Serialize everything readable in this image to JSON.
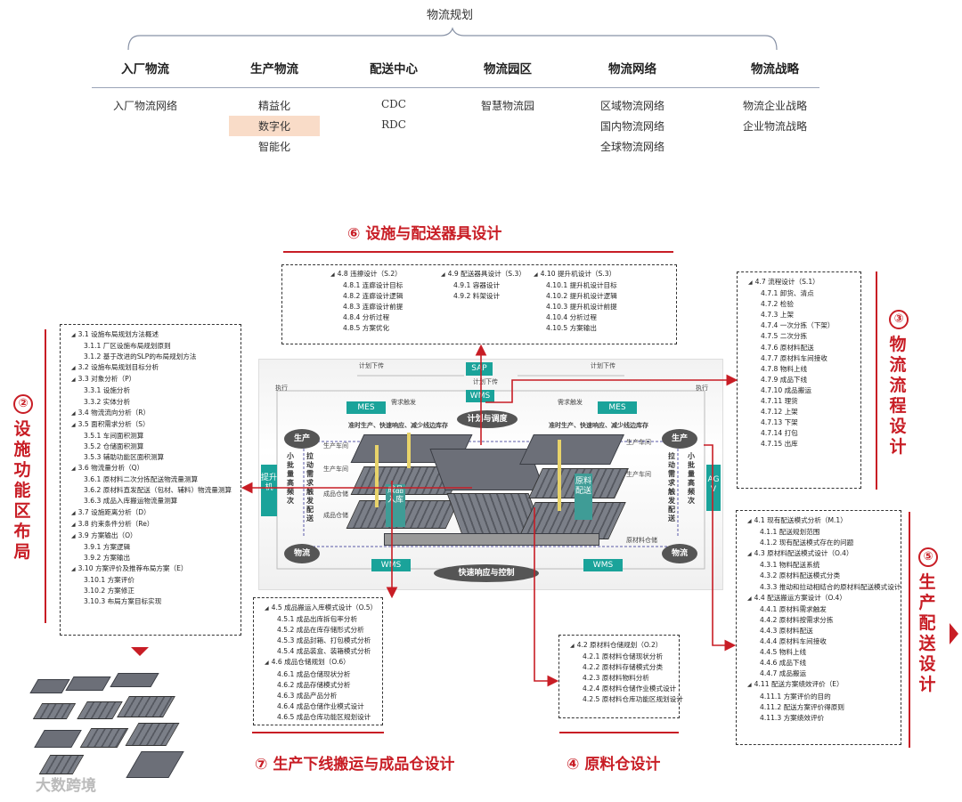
{
  "top": {
    "title": "物流规划",
    "columns": [
      {
        "head": "入厂物流",
        "items": [
          "入厂物流网络"
        ]
      },
      {
        "head": "生产物流",
        "items": [
          "精益化",
          "数字化",
          "智能化"
        ]
      },
      {
        "head": "配送中心",
        "items": [
          "CDC",
          "RDC"
        ]
      },
      {
        "head": "物流园区",
        "items": [
          "智慧物流园"
        ]
      },
      {
        "head": "物流网络",
        "items": [
          "区域物流网络",
          "国内物流网络",
          "全球物流网络"
        ]
      },
      {
        "head": "物流战略",
        "items": [
          "物流企业战略",
          "企业物流战略"
        ]
      }
    ]
  },
  "sections": {
    "s6": {
      "num": "⑥",
      "title": "设施与配送器具设计"
    },
    "s2": {
      "num": "②",
      "title": "设施功能区布局"
    },
    "s3": {
      "num": "③",
      "title": "物流流程设计"
    },
    "s5": {
      "num": "⑤",
      "title": "生产配送设计"
    },
    "s7": {
      "num": "⑦",
      "title": "生产下线搬运与成品仓设计"
    },
    "s4": {
      "num": "④",
      "title": "原料仓设计"
    }
  },
  "boxes": {
    "b6a": [
      {
        "t": "4.8 违擦设计（S.2）",
        "lvl": 1
      },
      {
        "t": "4.8.1 连廊设计目标",
        "lvl": 2
      },
      {
        "t": "4.8.2 连廊设计逻辑",
        "lvl": 2
      },
      {
        "t": "4.8.3 连廊设计前提",
        "lvl": 2
      },
      {
        "t": "4.8.4 分析过程",
        "lvl": 2
      },
      {
        "t": "4.8.5 方案优化",
        "lvl": 2
      }
    ],
    "b6b": [
      {
        "t": "4.9 配送器具设计（S.3）",
        "lvl": 1
      },
      {
        "t": "4.9.1 容器设计",
        "lvl": 2
      },
      {
        "t": "4.9.2 料架设计",
        "lvl": 2
      }
    ],
    "b6c": [
      {
        "t": "4.10 提升机设计（S.3）",
        "lvl": 1
      },
      {
        "t": "4.10.1 提升机设计目标",
        "lvl": 2
      },
      {
        "t": "4.10.2 提升机设计逻辑",
        "lvl": 2
      },
      {
        "t": "4.10.3 提升机设计前提",
        "lvl": 2
      },
      {
        "t": "4.10.4 分析过程",
        "lvl": 2
      },
      {
        "t": "4.10.5 方案输出",
        "lvl": 2
      }
    ],
    "b2": [
      {
        "t": "3.1 设施布局规划方法概述",
        "lvl": 1
      },
      {
        "t": "3.1.1 厂区设施布局规划原则",
        "lvl": 2
      },
      {
        "t": "3.1.2 基于改进的SLP的布局规划方法",
        "lvl": 2
      },
      {
        "t": "3.2 设施布局规划目标分析",
        "lvl": 1
      },
      {
        "t": "3.3 对象分析（P）",
        "lvl": 1
      },
      {
        "t": "3.3.1 设施分析",
        "lvl": 2
      },
      {
        "t": "3.3.2 实体分析",
        "lvl": 2
      },
      {
        "t": "3.4 物流流向分析（R）",
        "lvl": 1
      },
      {
        "t": "3.5 面积需求分析（S）",
        "lvl": 1
      },
      {
        "t": "3.5.1 车间面积测算",
        "lvl": 2
      },
      {
        "t": "3.5.2 仓储面积测算",
        "lvl": 2
      },
      {
        "t": "3.5.3 辅助功能区面积测算",
        "lvl": 2
      },
      {
        "t": "3.6 物流量分析（Q）",
        "lvl": 1
      },
      {
        "t": "3.6.1 原材料二次分拣配送物流量测算",
        "lvl": 2
      },
      {
        "t": "3.6.2 原材料直发配送（包材、辅料）物流量测算",
        "lvl": 2
      },
      {
        "t": "3.6.3 成品入库搬运物流量测算",
        "lvl": 2
      },
      {
        "t": "3.7 设施距离分析（D）",
        "lvl": 1
      },
      {
        "t": "3.8 约束条件分析（Re）",
        "lvl": 1
      },
      {
        "t": "3.9 方案输出（O）",
        "lvl": 1
      },
      {
        "t": "3.9.1 方案逻辑",
        "lvl": 2
      },
      {
        "t": "3.9.2 方案输出",
        "lvl": 2
      },
      {
        "t": "3.10 方案评价及推荐布局方案（E）",
        "lvl": 1
      },
      {
        "t": "3.10.1 方案评价",
        "lvl": 2
      },
      {
        "t": "3.10.2 方案修正",
        "lvl": 2
      },
      {
        "t": "3.10.3 布局方案目标实现",
        "lvl": 2
      }
    ],
    "b3": [
      {
        "t": "4.7 流程设计（S.1）",
        "lvl": 1
      },
      {
        "t": "4.7.1 卸货、清点",
        "lvl": 2
      },
      {
        "t": "4.7.2 检验",
        "lvl": 2
      },
      {
        "t": "4.7.3 上架",
        "lvl": 2
      },
      {
        "t": "4.7.4 一次分拣（下架）",
        "lvl": 2
      },
      {
        "t": "4.7.5 二次分拣",
        "lvl": 2
      },
      {
        "t": "4.7.6 原材料配送",
        "lvl": 2
      },
      {
        "t": "4.7.7 原材料车间接收",
        "lvl": 2
      },
      {
        "t": "4.7.8 物料上线",
        "lvl": 2
      },
      {
        "t": "4.7.9 成品下线",
        "lvl": 2
      },
      {
        "t": "4.7.10 成品搬运",
        "lvl": 2
      },
      {
        "t": "4.7.11 理货",
        "lvl": 2
      },
      {
        "t": "4.7.12 上架",
        "lvl": 2
      },
      {
        "t": "4.7.13 下架",
        "lvl": 2
      },
      {
        "t": "4.7.14 打包",
        "lvl": 2
      },
      {
        "t": "4.7.15 出库",
        "lvl": 2
      }
    ],
    "b5": [
      {
        "t": "4.1 现有配送模式分析（M.1）",
        "lvl": 1
      },
      {
        "t": "4.1.1 配送规划范围",
        "lvl": 2
      },
      {
        "t": "4.1.2 现有配送模式存在的问题",
        "lvl": 2
      },
      {
        "t": "4.3 原材料配送模式设计（O.4）",
        "lvl": 1
      },
      {
        "t": "4.3.1 物料配送系统",
        "lvl": 2
      },
      {
        "t": "4.3.2 原材料配送模式分类",
        "lvl": 2
      },
      {
        "t": "4.3.3 推动和拉动相结合的原材料配送模式设计",
        "lvl": 2
      },
      {
        "t": "4.4 配送搬运方案设计（O.4）",
        "lvl": 1
      },
      {
        "t": "4.4.1 原材料需求触发",
        "lvl": 2
      },
      {
        "t": "4.4.2 原材料按需求分拣",
        "lvl": 2
      },
      {
        "t": "4.4.3 原材料配送",
        "lvl": 2
      },
      {
        "t": "4.4.4 原材料车间接收",
        "lvl": 2
      },
      {
        "t": "4.4.5 物料上线",
        "lvl": 2
      },
      {
        "t": "4.4.6 成品下线",
        "lvl": 2
      },
      {
        "t": "4.4.7 成品搬运",
        "lvl": 2
      },
      {
        "t": "4.11 配送方案绩效评价（E）",
        "lvl": 1
      },
      {
        "t": "4.11.1 方案评价的目的",
        "lvl": 2
      },
      {
        "t": "4.11.2 配送方案评价得原则",
        "lvl": 2
      },
      {
        "t": "4.11.3 方案绩效评价",
        "lvl": 2
      }
    ],
    "b7": [
      {
        "t": "4.5 成品搬运入库模式设计（O.5）",
        "lvl": 1
      },
      {
        "t": "4.5.1 成品出库拆包率分析",
        "lvl": 2
      },
      {
        "t": "4.5.2 成品在库存储形式分析",
        "lvl": 2
      },
      {
        "t": "4.5.3 成品封箱、打包模式分析",
        "lvl": 2
      },
      {
        "t": "4.5.4 成品装盒、装箱模式分析",
        "lvl": 2
      },
      {
        "t": "4.6 成品仓储规划（O.6）",
        "lvl": 1
      },
      {
        "t": "4.6.1 成品仓储现状分析",
        "lvl": 2
      },
      {
        "t": "4.6.2 成品存储模式分析",
        "lvl": 2
      },
      {
        "t": "4.6.3 成品产品分析",
        "lvl": 2
      },
      {
        "t": "4.6.4 成品仓储作业模式设计",
        "lvl": 2
      },
      {
        "t": "4.6.5 成品仓库功能区规划设计",
        "lvl": 2
      }
    ],
    "b4": [
      {
        "t": "4.2 原材料仓储规划（O.2）",
        "lvl": 1
      },
      {
        "t": "4.2.1 原材料仓储现状分析",
        "lvl": 2
      },
      {
        "t": "4.2.2 原材料存储模式分类",
        "lvl": 2
      },
      {
        "t": "4.2.3 原材料物料分析",
        "lvl": 2
      },
      {
        "t": "4.2.4 原材料仓储作业模式设计",
        "lvl": 2
      },
      {
        "t": "4.2.5 原材料仓库功能区规划设计",
        "lvl": 2
      }
    ]
  },
  "diagram": {
    "sap": "SAP",
    "plan_down_left": "计划下传",
    "plan_down_right": "计划下传",
    "plan_down_mid": "计划下传",
    "wms_top": "WMS",
    "mes_left": "MES",
    "mes_right": "MES",
    "exec_left": "执行",
    "exec_right": "执行",
    "demand_left": "需求触发",
    "demand_right": "需求触发",
    "plan_schedule": "计划与调度",
    "jit_left": "准时生产、快速响应、减少线边库存",
    "jit_right": "准时生产、快速响应、减少线边库存",
    "prod_left": "生产",
    "prod_right": "生产",
    "lift": "提升机",
    "agv": "AGV",
    "small_batch_left": "小批量高频次",
    "small_batch_right": "小批量高频次",
    "pull_left": "拉动需求触发配送",
    "pull_right": "拉动需求触发配送",
    "prod_ws_1": "生产车间",
    "prod_ws_2": "生产车间",
    "prod_ws_3": "生产车间",
    "prod_ws_4": "生产车间",
    "fg_store_1": "成品仓储",
    "fg_store_2": "成品仓储",
    "rm_store": "原材料仓储",
    "fg_in": "成品入库",
    "rm_dist": "原料配送",
    "log_left": "物流",
    "log_right": "物流",
    "wms_left": "WMS",
    "wms_right": "WMS",
    "fast_response": "快速响应与控制"
  },
  "watermark": "大数跨境",
  "colors": {
    "accent": "#c81d25",
    "teal": "#1aa39a",
    "highlight": "#f9dcc8"
  }
}
